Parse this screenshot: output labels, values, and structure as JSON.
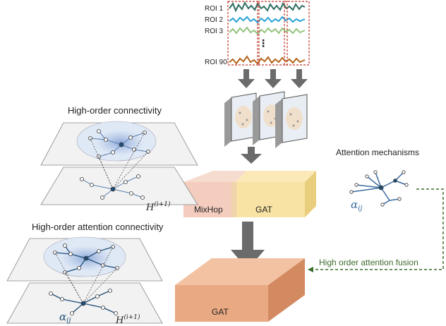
{
  "roi_labels": [
    "ROI 1",
    "ROI 2",
    "ROI 3",
    "ROI 90"
  ],
  "roi_ellipsis": "⋮",
  "labels": {
    "high_order_connectivity": "High-order connectivity",
    "high_order_attention_connectivity": "High-order attention connectivity",
    "attention_mechanisms": "Attention mechanisms",
    "fusion": "High order attention fusion",
    "h_base": "H",
    "h_sup": "(i+1)",
    "alpha_base": "α",
    "alpha_sub": "ij"
  },
  "blocks": {
    "mixhop": "MixHop",
    "gat_top": "GAT",
    "gat_bottom": "GAT"
  },
  "colors": {
    "roi1": "#2f6f62",
    "roi2": "#2aa3d6",
    "roi3": "#93c47d",
    "roi90": "#b5651d",
    "window": "#c0392b",
    "arrow": "#6b6b6b",
    "mixhop": "#f4cdbf",
    "gat_top": "#f8e3a4",
    "gat_bottom": "#e9a982",
    "fusion": "#3d6b2c",
    "node_blue": "#1f4e79"
  }
}
